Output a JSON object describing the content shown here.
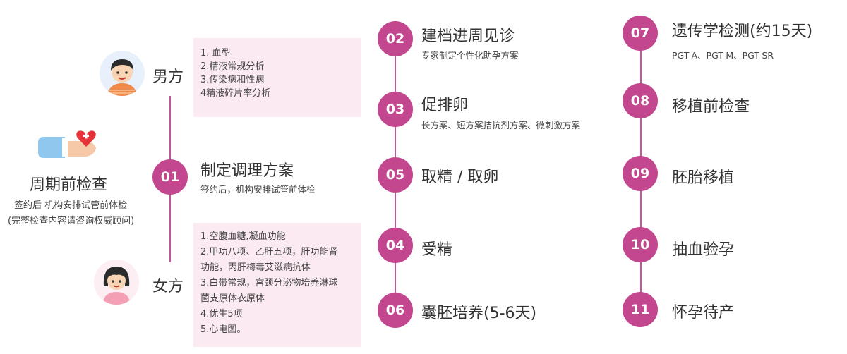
{
  "left": {
    "title": "周期前检查",
    "line1": "签约后 机构安排试管前体检",
    "line2": "(完整检查内容请咨询权威顾问)"
  },
  "male": {
    "label": "男方",
    "items": [
      "1. 血型",
      "2.精液常规分析",
      "3.传染病和性病",
      "4精液碎片率分析"
    ]
  },
  "female": {
    "label": "女方",
    "items": [
      "1.空腹血糖,凝血功能",
      "2.甲功八项、乙肝五项，肝功能肾",
      "功能，丙肝梅毒艾滋病抗体",
      "3.白带常规，宫颈分泌物培养淋球",
      "菌支原体衣原体",
      "4.优生5项",
      "5.心电图。"
    ]
  },
  "steps": {
    "s01": {
      "num": "01",
      "title": "制定调理方案",
      "sub": "签约后，机构安排试管前体检"
    },
    "s02": {
      "num": "02",
      "title": "建档进周见诊",
      "sub": "专家制定个性化助孕方案"
    },
    "s03": {
      "num": "03",
      "title": "促排卵",
      "sub": "长方案、短方案拮抗剂方案、微刺激方案"
    },
    "s05": {
      "num": "05",
      "title": "取精 / 取卵"
    },
    "s04": {
      "num": "04",
      "title": "受精"
    },
    "s06": {
      "num": "06",
      "title": "囊胚培养(5-6天)"
    },
    "s07": {
      "num": "07",
      "title": "遗传学检测(约15天)",
      "sub": "PGT-A、PGT-M、PGT-SR"
    },
    "s08": {
      "num": "08",
      "title": "移植前检查"
    },
    "s09": {
      "num": "09",
      "title": "胚胎移植"
    },
    "s10": {
      "num": "10",
      "title": "抽血验孕"
    },
    "s11": {
      "num": "11",
      "title": "怀孕待产"
    }
  },
  "colors": {
    "accent": "#c2478f",
    "box_bg": "#fbeaf2"
  }
}
